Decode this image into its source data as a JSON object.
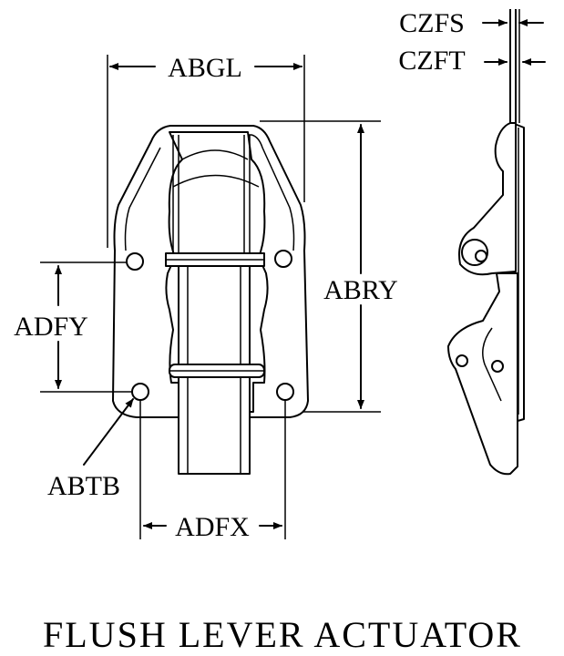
{
  "title": "FLUSH LEVER ACTUATOR",
  "dimensions": {
    "abgl": "ABGL",
    "abry": "ABRY",
    "adfy": "ADFY",
    "adfx": "ADFX",
    "abtb": "ABTB",
    "czfs": "CZFS",
    "czft": "CZFT"
  },
  "colors": {
    "ink": "#000000",
    "paper": "#ffffff"
  }
}
